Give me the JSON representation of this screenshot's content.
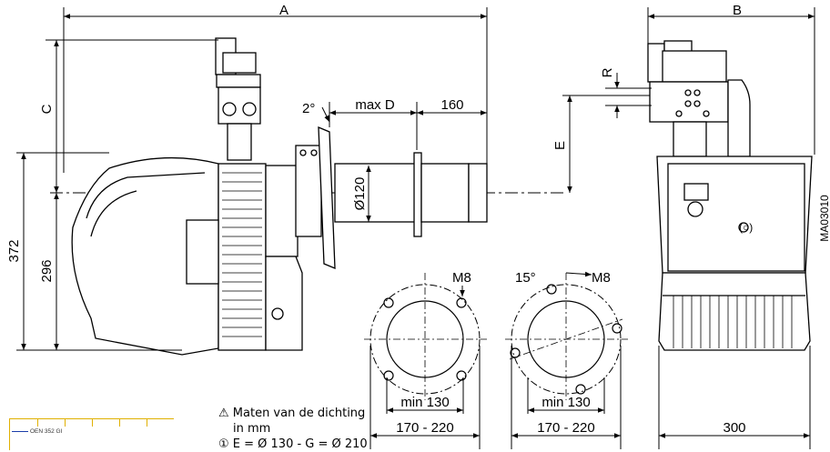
{
  "dimensions": {
    "A": "A",
    "B": "B",
    "C": "C",
    "D": "max D",
    "E": "E",
    "R": "R",
    "d160": "160",
    "d372": "372",
    "d296": "296",
    "d2deg": "2°",
    "d15deg": "15°",
    "dia120": "Ø120",
    "m8_left": "M8",
    "m8_right": "M8",
    "min130_left": "min 130",
    "min130_right": "min 130",
    "range_left": "170 - 220",
    "range_right": "170 - 220",
    "d300": "300"
  },
  "drawing_code": "MA03010",
  "note": {
    "line1": "⚠ Maten van de dichting",
    "line2": "in mm",
    "line3": "① E = Ø 130 - G = Ø 210"
  },
  "mini_chart": {
    "legend": "OEN 352 GI",
    "legend_color": "#1a3ca8",
    "grid_color": "#e0b000"
  }
}
